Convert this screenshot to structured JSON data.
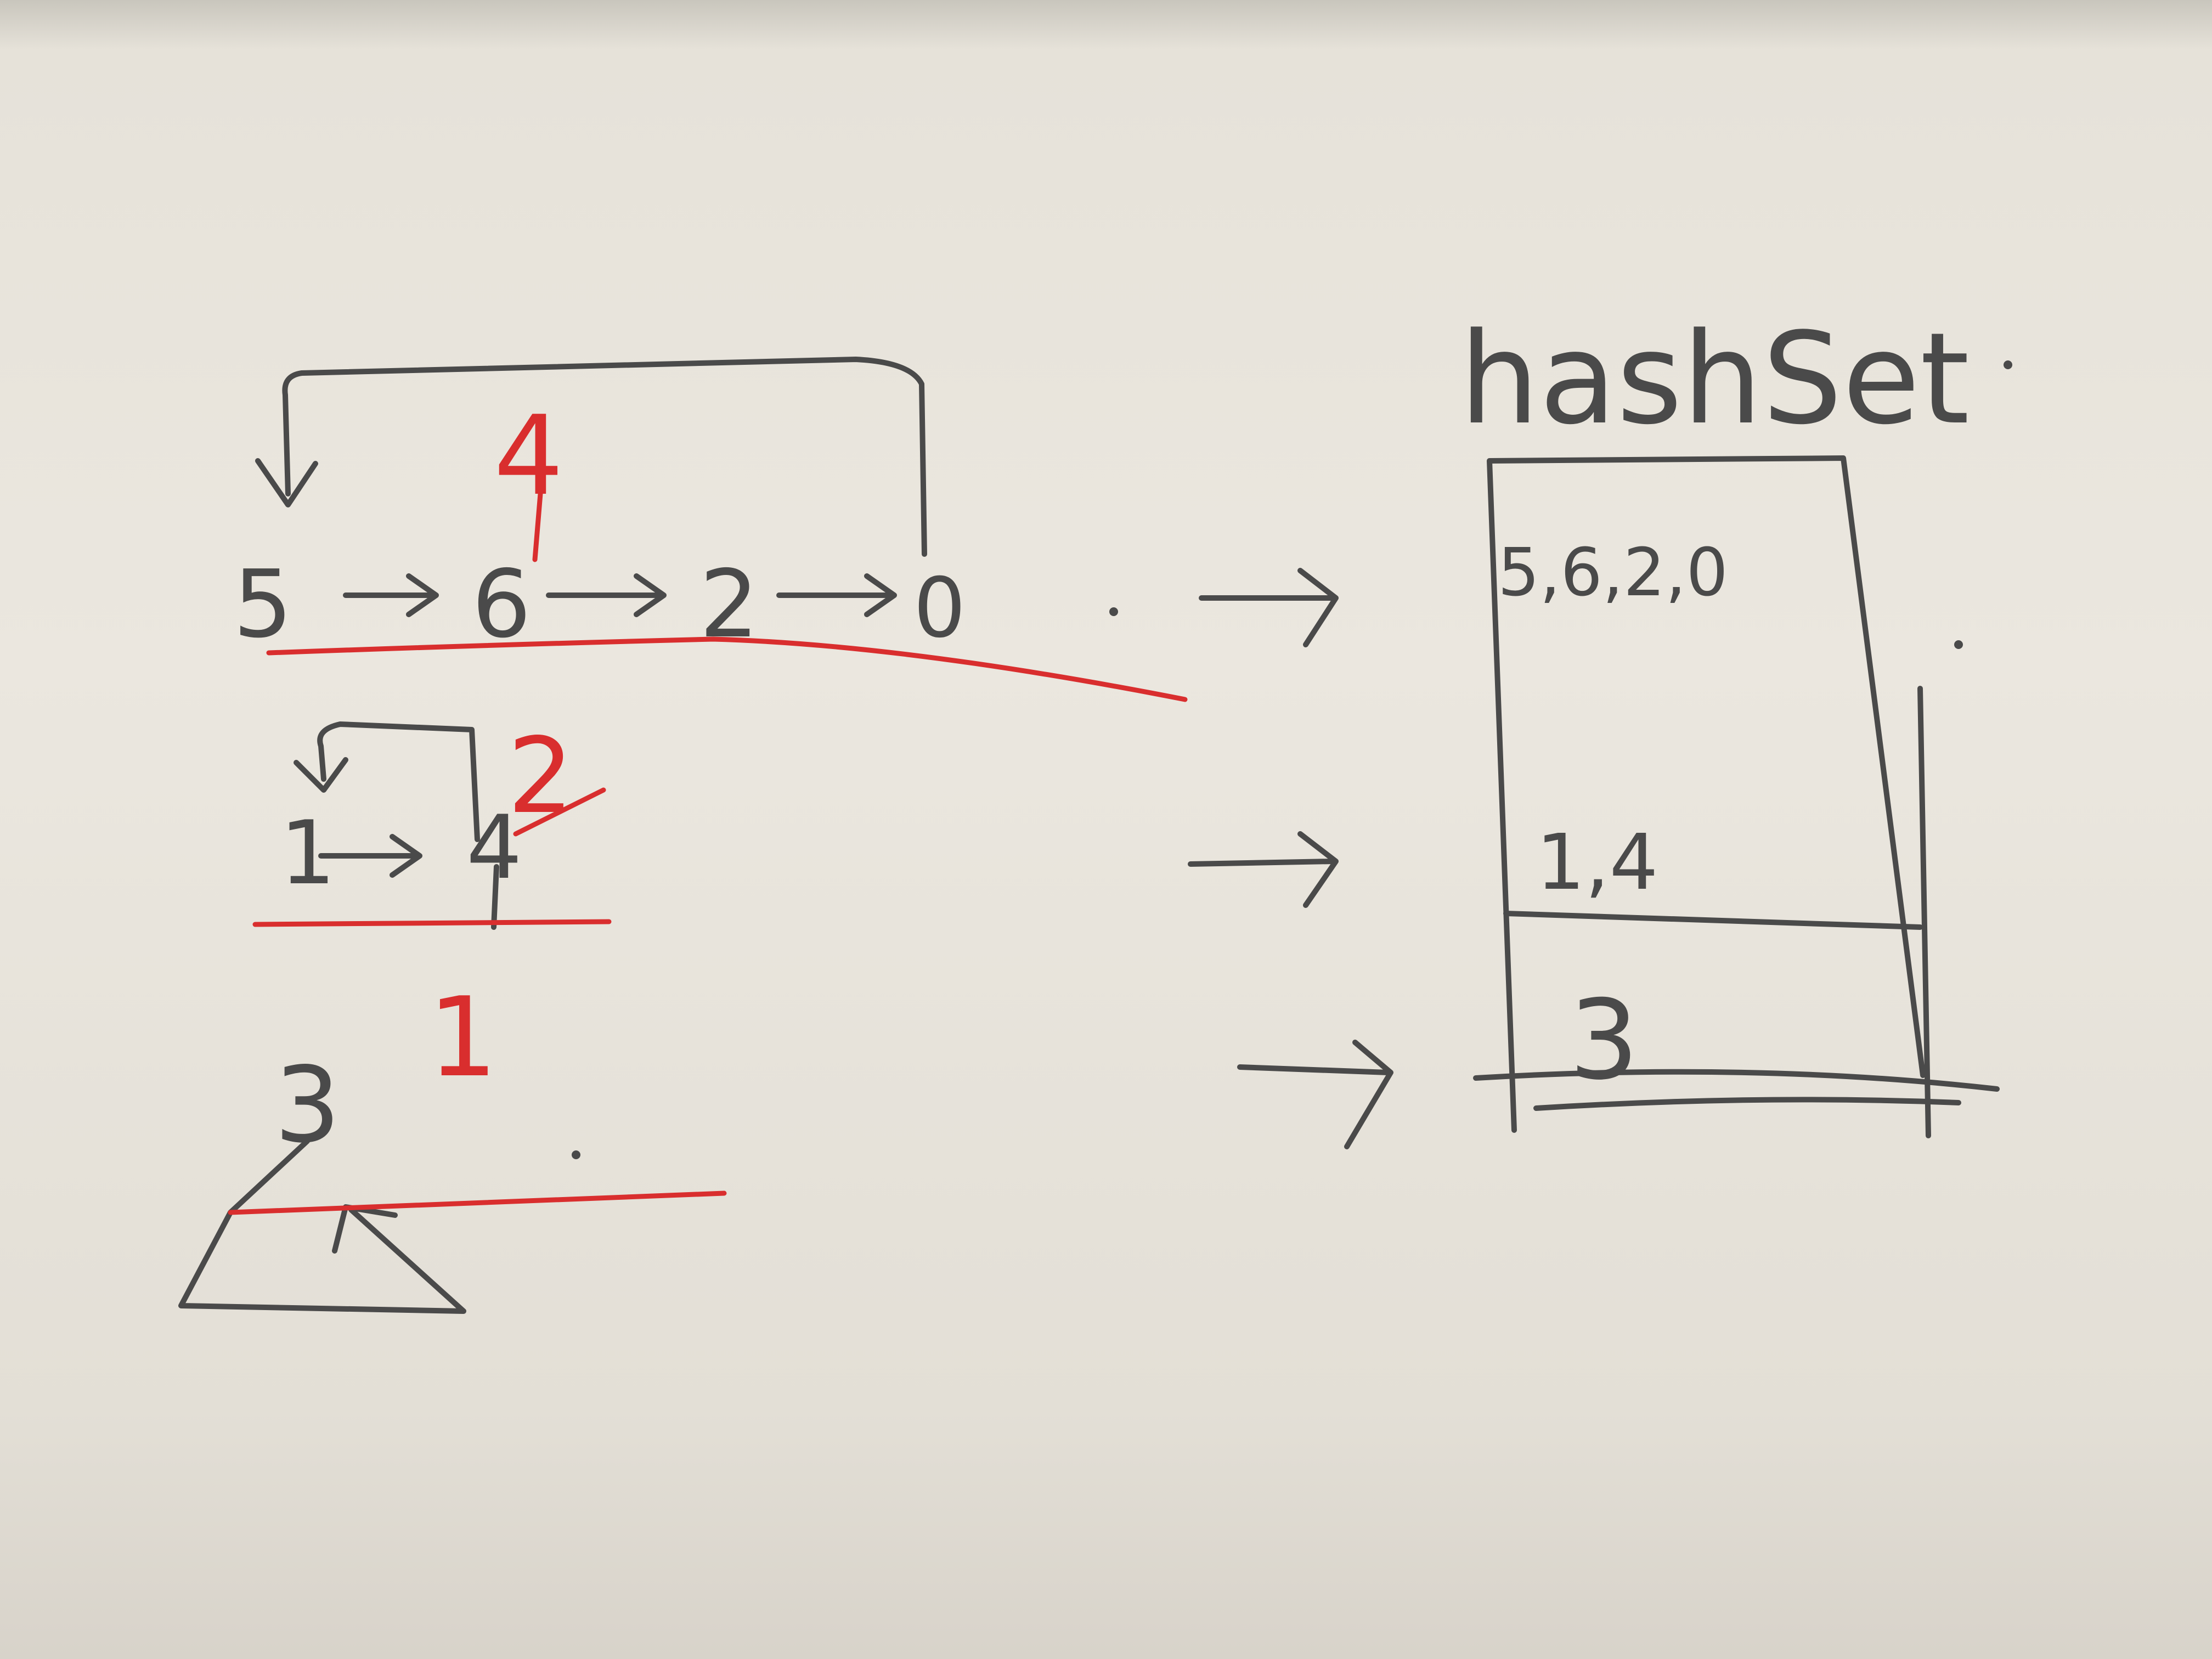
{
  "diagram": {
    "hashset_title": "hashSet",
    "lists": [
      {
        "nodes": [
          "5",
          "6",
          "2",
          "0"
        ],
        "marker": "4",
        "hashset_row": "5,6,2,0"
      },
      {
        "nodes": [
          "1",
          "4"
        ],
        "marker": "2",
        "hashset_row": "1,4"
      },
      {
        "nodes": [
          "3"
        ],
        "marker": "1",
        "hashset_row": "3"
      }
    ]
  },
  "colors": {
    "pencil": "#4a4a4a",
    "red_ink": "#d92e2e",
    "paper": "#ebe7df"
  }
}
